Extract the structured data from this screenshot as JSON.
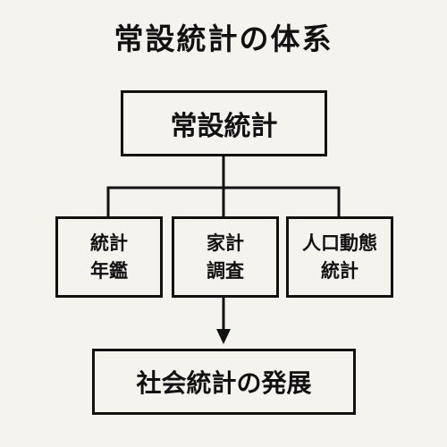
{
  "title": "常設統計の体系",
  "top_box": {
    "label": "常設統計"
  },
  "sub_boxes": [
    {
      "line1": "統計",
      "line2": "年鑑"
    },
    {
      "line1": "家計",
      "line2": "調査"
    },
    {
      "line1": "人口動態",
      "line2": "統計"
    }
  ],
  "bottom_box": {
    "label": "社会統計の発展"
  },
  "colors": {
    "background": "#f5f3ee",
    "line": "#111111"
  }
}
